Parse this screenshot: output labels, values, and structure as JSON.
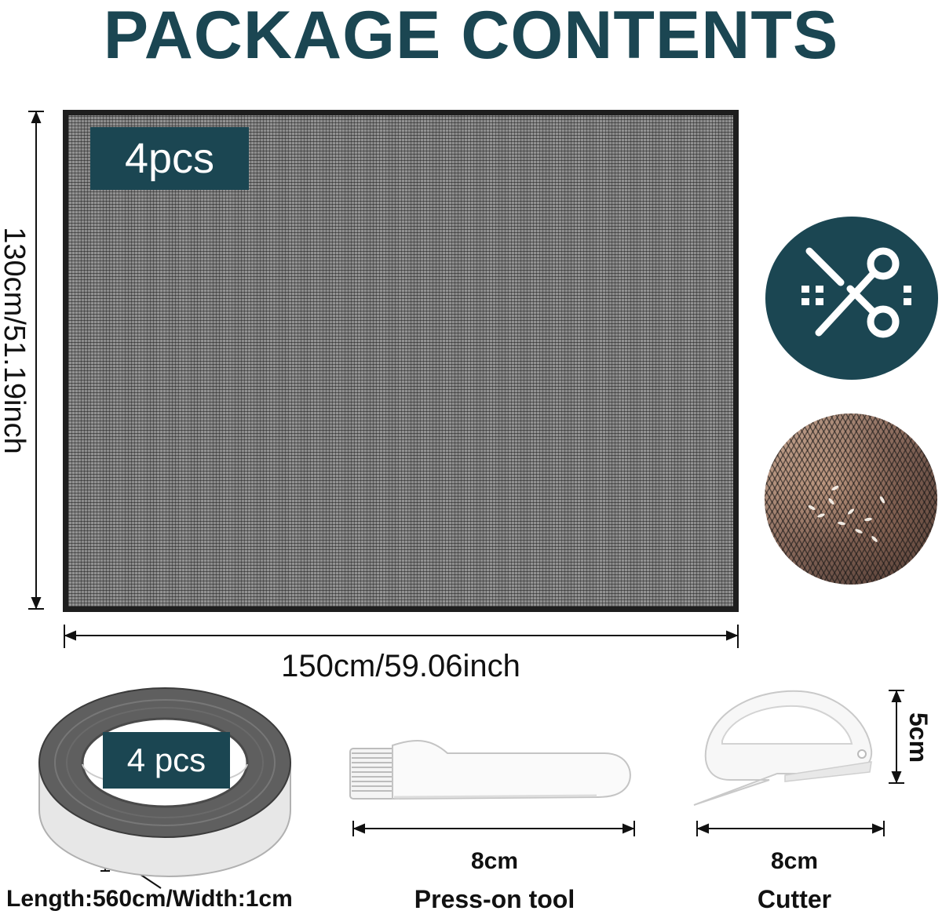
{
  "title": "PACKAGE CONTENTS",
  "screen": {
    "badge": "4pcs",
    "width_label": "150cm/59.06inch",
    "height_label": "130cm/51.19inch"
  },
  "tape": {
    "badge": "4 pcs",
    "label": "Length:560cm/Width:1cm"
  },
  "press_tool": {
    "size": "8cm",
    "label": "Press-on tool"
  },
  "cutter": {
    "size": "8cm",
    "height": "5cm",
    "label": "Cutter"
  },
  "icons": {
    "cut_icon": "scissors-cut-icon",
    "mesh_closeup": "mesh-closeup-image"
  },
  "colors": {
    "accent": "#1b4652",
    "mesh": "#8b8b8b",
    "border": "#1e1e1e"
  }
}
